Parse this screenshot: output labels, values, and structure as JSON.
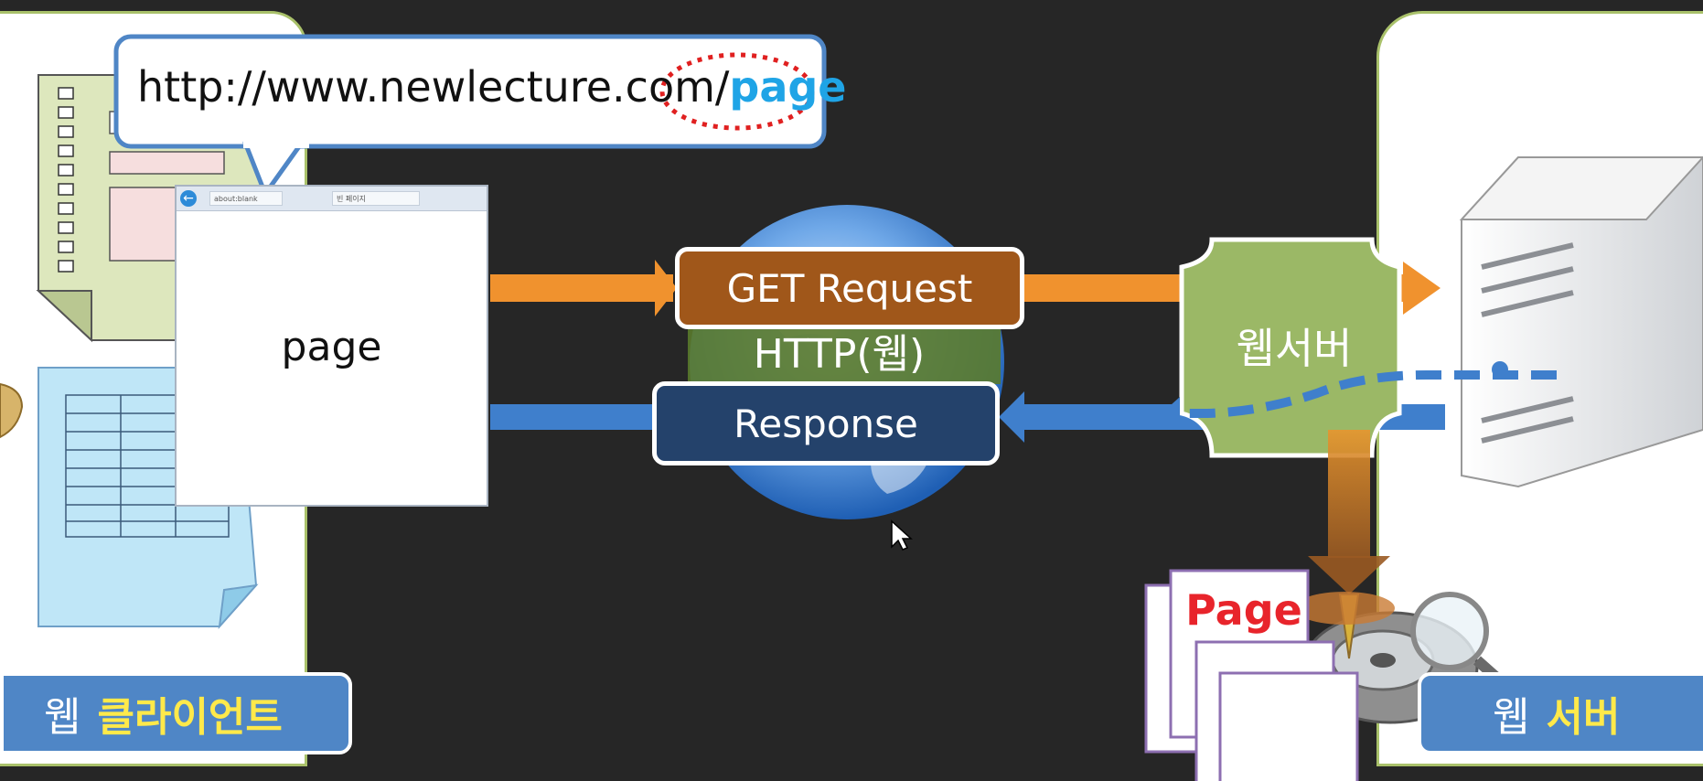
{
  "url": {
    "base": "http://www.newlecture.com/",
    "page": "page"
  },
  "browser": {
    "page_text": "page",
    "tab1": "about:blank",
    "tab2": "빈 페이지"
  },
  "network": {
    "request_label": "GET Request",
    "protocol_label": "HTTP(웹)",
    "response_label": "Response"
  },
  "webserver_label": "웹서버",
  "page_doc_label": "Page",
  "client_bar": {
    "prefix": "웹",
    "label": "클라이언트"
  },
  "server_bar": {
    "prefix": "웹",
    "label": "서버"
  },
  "colors": {
    "request_arrow": "#f0922e",
    "response_arrow": "#3f7fcc",
    "webserver_badge": "#9bb866",
    "accent_yellow": "#ffe94a",
    "url_highlight": "#1fa4e6",
    "dotted_circle": "#e02020"
  }
}
